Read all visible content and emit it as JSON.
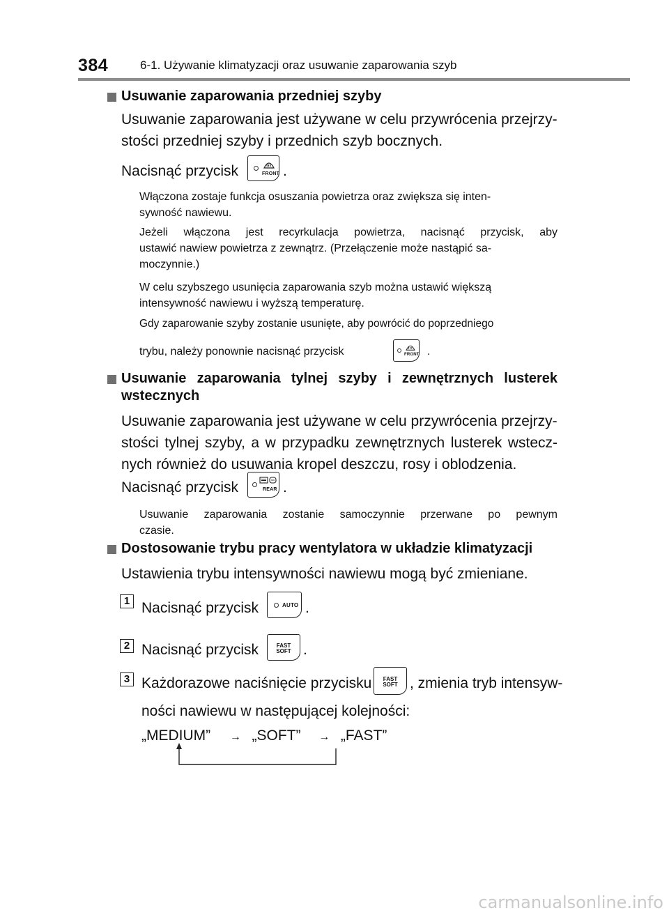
{
  "header": {
    "page_number": "384",
    "chapter": "6-1. Używanie klimatyzacji oraz usuwanie zaparowania szyb"
  },
  "section_front": {
    "heading": "Usuwanie zaparowania przedniej szyby",
    "intro_line1": "Usuwanie zaparowania jest używane w celu przywrócenia przejrzy-",
    "intro_line2": "stości przedniej szyby i przednich szyb bocznych.",
    "press_text": "Nacisnąć przycisk",
    "press_end": ".",
    "button_label": "FRONT",
    "button_icon": "front-defroster-icon",
    "note1_line1": "Włączona zostaje funkcja osuszania powietrza oraz zwiększa się inten-",
    "note1_line2": "sywność nawiewu.",
    "note2_line1": "Jeżeli włączona jest recyrkulacja powietrza, nacisnąć przycisk, aby",
    "note2_line2": "ustawić nawiew powietrza z zewnątrz. (Przełączenie może nastąpić sa-",
    "note2_line3": "moczynnie.)",
    "note3_line1": "W celu szybszego usunięcia zaparowania szyb można ustawić większą",
    "note3_line2": "intensywność nawiewu i wyższą temperaturę.",
    "note4_line1": "Gdy zaparowanie szyby zostanie usunięte, aby powrócić do poprzedniego",
    "note4_line2": "trybu, należy ponownie nacisnąć przycisk",
    "note4_end": "."
  },
  "section_rear": {
    "heading_line1": "Usuwanie zaparowania tylnej szyby i zewnętrznych lusterek",
    "heading_line2": "wstecznych",
    "intro_line1": "Usuwanie zaparowania jest używane w celu przywrócenia przejrzy-",
    "intro_line2": "stości tylnej szyby, a w przypadku zewnętrznych lusterek wstecz-",
    "intro_line3": "nych również do usuwania kropel deszczu, rosy i oblodzenia.",
    "press_text": "Nacisnąć przycisk",
    "press_end": ".",
    "button_label": "REAR",
    "button_icon": "rear-defroster-icon",
    "note_line1": "Usuwanie zaparowania zostanie samoczynnie przerwane po pewnym",
    "note_line2": "czasie."
  },
  "section_fan": {
    "heading": "Dostosowanie trybu pracy wentylatora w układzie klimatyzacji",
    "intro": "Ustawienia trybu intensywności nawiewu mogą być zmieniane.",
    "step1_num": "1",
    "step1_text": "Nacisnąć przycisk",
    "step1_end": ".",
    "auto_label": "AUTO",
    "step2_num": "2",
    "step2_text": "Nacisnąć przycisk",
    "step2_end": ".",
    "fast_label": "FAST",
    "soft_label": "SOFT",
    "step3_num": "3",
    "step3_text": "Każdorazowe naciśnięcie przycisku",
    "step3_after": ", zmienia tryb intensyw-",
    "step3_line2": "ności nawiewu w następującej kolejności:",
    "seq_medium": "„MEDIUM”",
    "seq_arrow1": "→",
    "seq_soft": "„SOFT”",
    "seq_arrow2": "→",
    "seq_fast": "„FAST”"
  },
  "watermark": "carmanualsonline.info"
}
